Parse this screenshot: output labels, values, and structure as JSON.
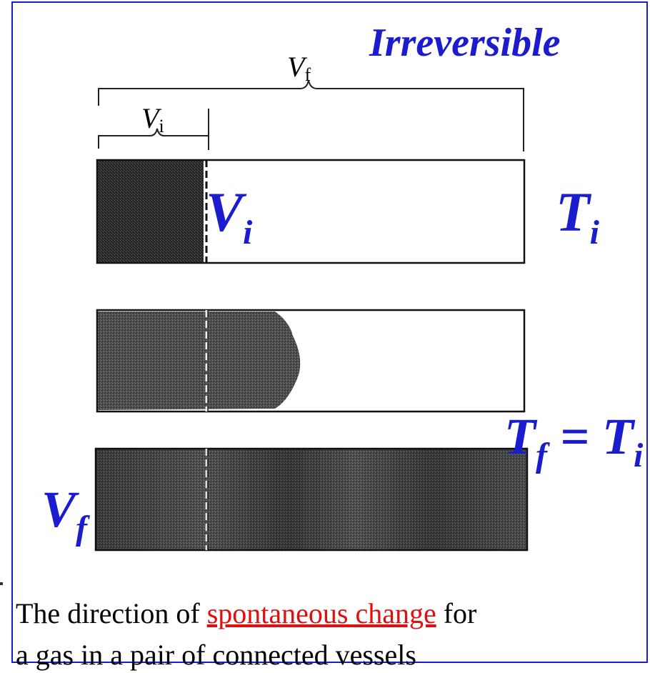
{
  "title": "Irreversible",
  "dimensions": {
    "vf": {
      "base": "V",
      "sub": "f"
    },
    "vi": {
      "base": "V",
      "sub": "i"
    }
  },
  "labels": {
    "vi_bold": {
      "base": "V",
      "sub": "i"
    },
    "ti": {
      "base": "T",
      "sub": "i"
    },
    "tf_eq_ti": {
      "base1": "T",
      "sub1": "f",
      "eq": " = ",
      "base2": "T",
      "sub2": "i"
    },
    "vf_bold": {
      "base": "V",
      "sub": "f"
    }
  },
  "caption": {
    "prefix": "The direction of ",
    "link": "spontaneous change",
    "suffix": " for",
    "line2": "a gas in a pair of connected vessels"
  },
  "colors": {
    "blue": "#1c1ccf",
    "link_red": "#e01010",
    "gas_dark": "#2a2a2a",
    "gas_mid": "#4a4a4a"
  }
}
